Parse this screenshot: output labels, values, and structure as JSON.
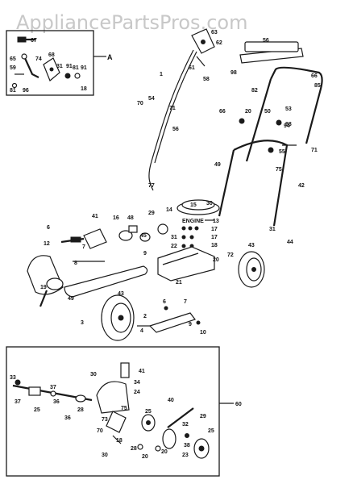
{
  "watermark": "AppliancePartsPros.com",
  "inset_top_letter": "A",
  "inset_top_labels": [
    "67",
    "65",
    "59",
    "74",
    "68",
    "31",
    "91",
    "81",
    "91",
    "18",
    "81",
    "96"
  ],
  "inset_bottom_labels": [
    "33",
    "37",
    "37",
    "25",
    "36",
    "28",
    "36",
    "30",
    "41",
    "34",
    "24",
    "75",
    "73",
    "70",
    "18",
    "30",
    "28",
    "25",
    "40",
    "20",
    "32",
    "38",
    "29",
    "23",
    "25",
    "20",
    "60"
  ],
  "main_labels": [
    "56",
    "63",
    "62",
    "61",
    "98",
    "1",
    "58",
    "66",
    "85",
    "82",
    "53",
    "70",
    "54",
    "71",
    "56",
    "66",
    "88",
    "20",
    "50",
    "94",
    "55",
    "77",
    "49",
    "71",
    "75",
    "42",
    "15",
    "30",
    "29",
    "14",
    "6",
    "16",
    "48",
    "41",
    "45",
    "13",
    "17",
    "17",
    "18",
    "31",
    "22",
    "12",
    "7",
    "44",
    "31",
    "20",
    "9",
    "72",
    "43",
    "21",
    "8",
    "19",
    "49",
    "43",
    "3",
    "4",
    "6",
    "7",
    "9",
    "2",
    "10"
  ],
  "engine_label": "ENGINE"
}
